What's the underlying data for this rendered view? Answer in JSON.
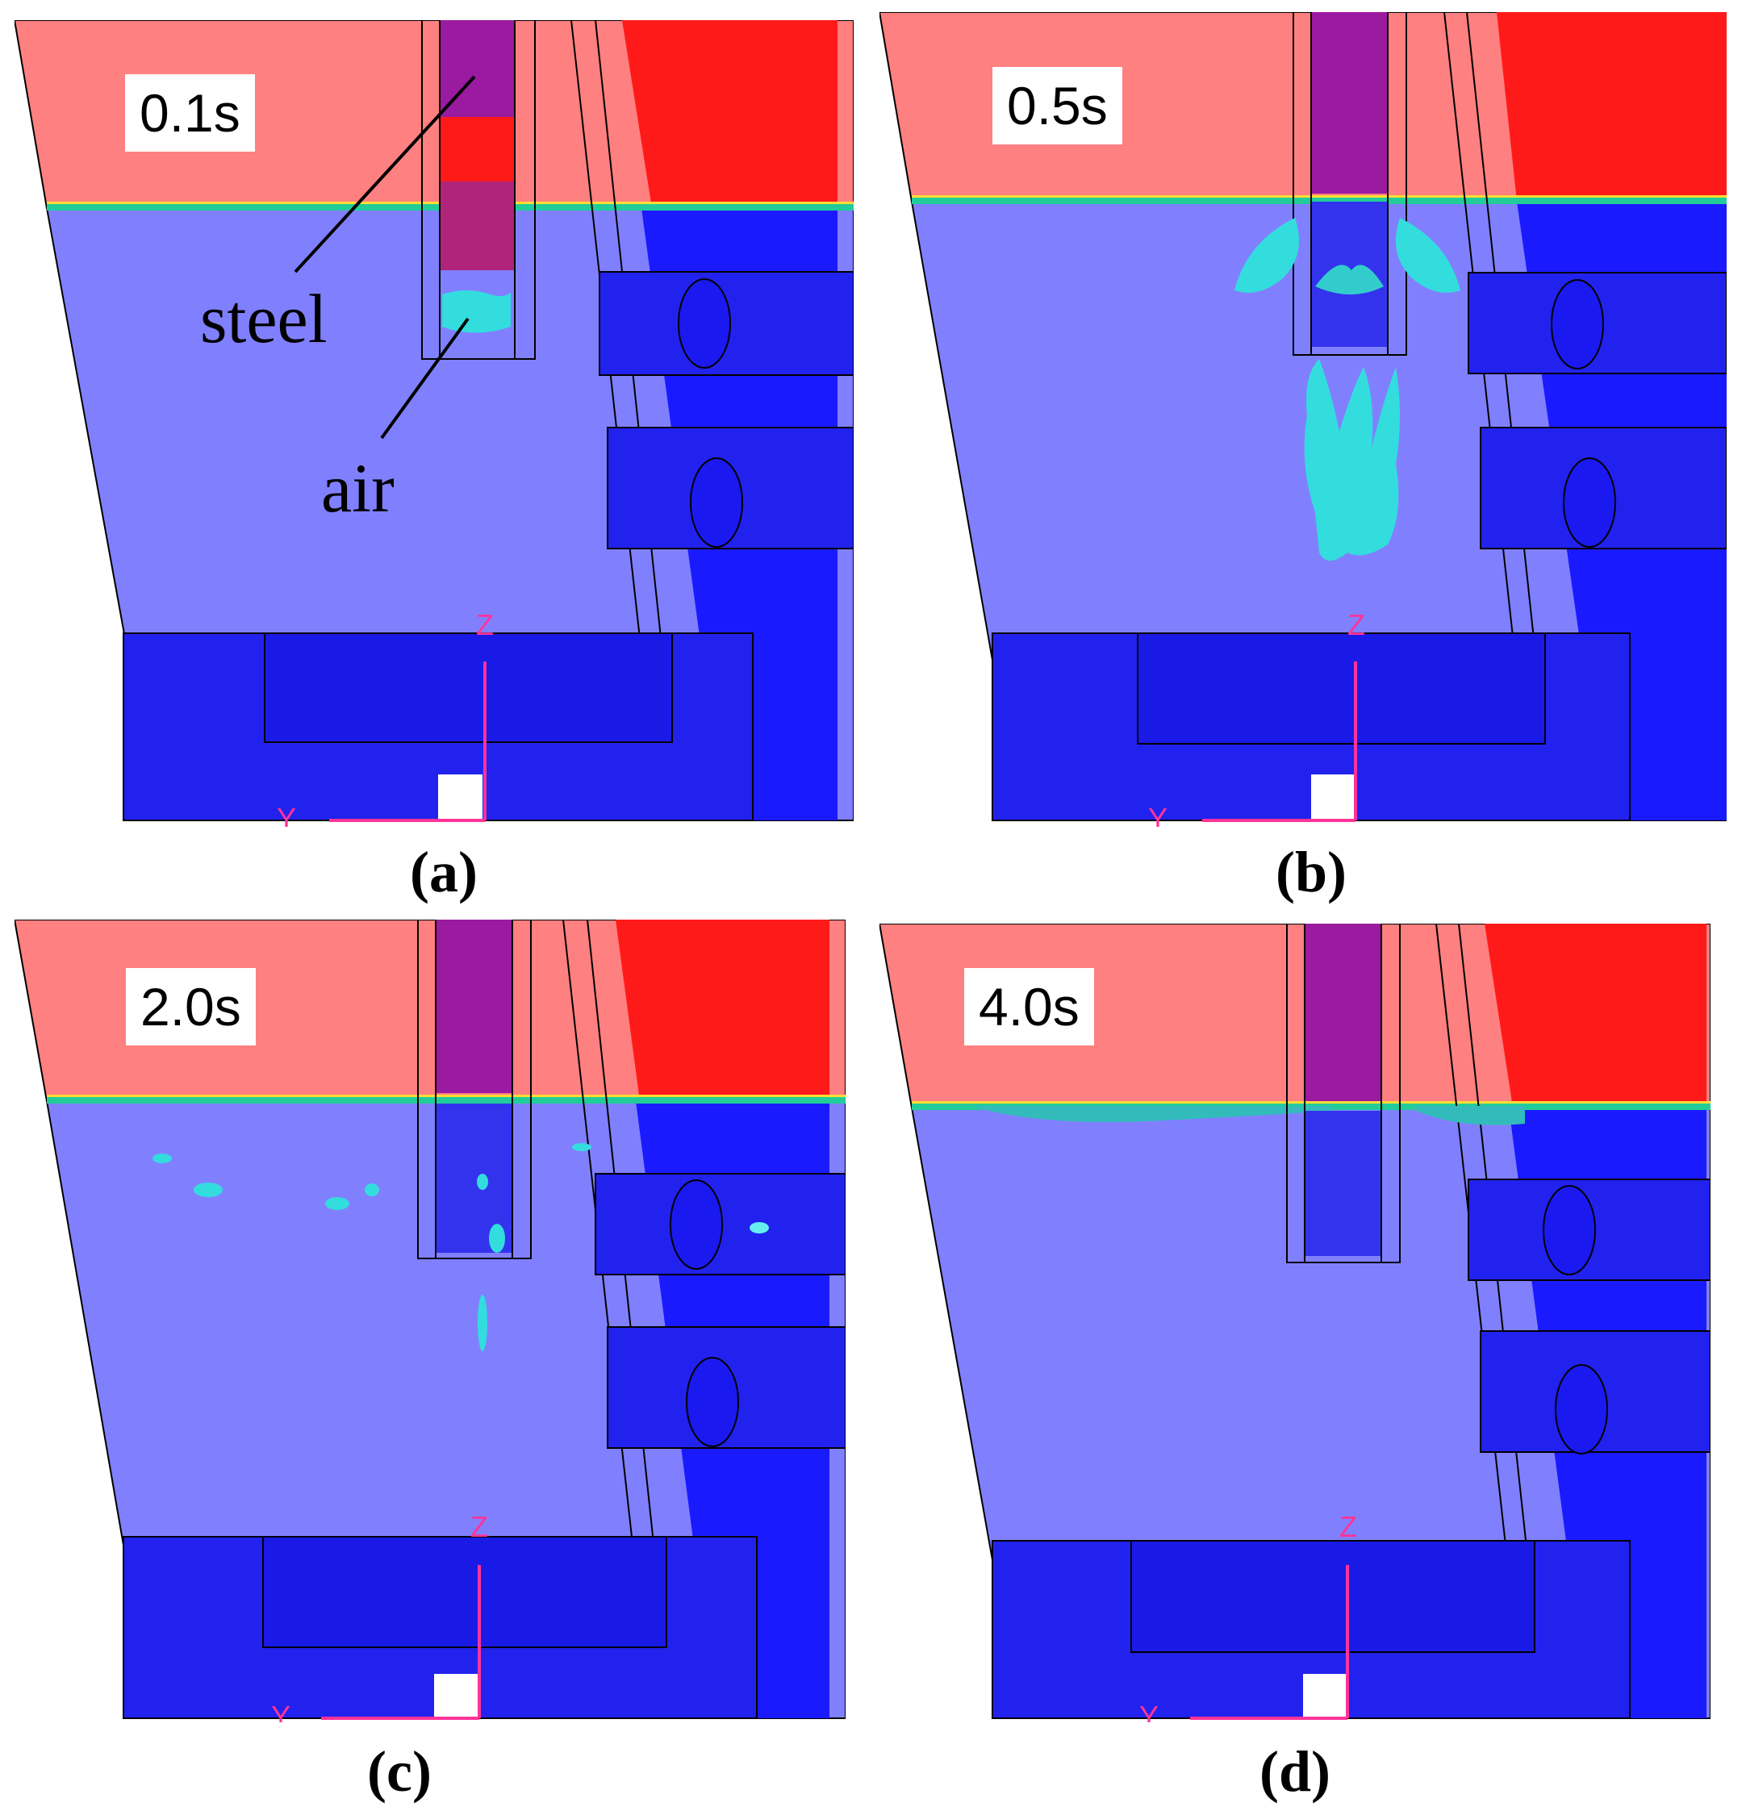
{
  "figure": {
    "panels": [
      {
        "id": "a",
        "time": "0.1s",
        "caption": "(a)",
        "axis_z": "Z",
        "axis_y": "Y"
      },
      {
        "id": "b",
        "time": "0.5s",
        "caption": "(b)",
        "axis_z": "Z",
        "axis_y": "Y"
      },
      {
        "id": "c",
        "time": "2.0s",
        "caption": "(c)",
        "axis_z": "Z",
        "axis_y": "Y"
      },
      {
        "id": "d",
        "time": "4.0s",
        "caption": "(d)",
        "axis_z": "Z",
        "axis_y": "Y"
      }
    ],
    "annotations": {
      "steel": "steel",
      "air": "air"
    }
  },
  "colors": {
    "upper_phase": "#ff8080",
    "upper_phase_dark": "#ff1a1a",
    "lower_phase": "#8080ff",
    "lower_phase_dark": "#1a1aff",
    "nozzle_steel": "#9a1aa0",
    "bubble": "#33dddd",
    "axis": "#ff3399"
  }
}
